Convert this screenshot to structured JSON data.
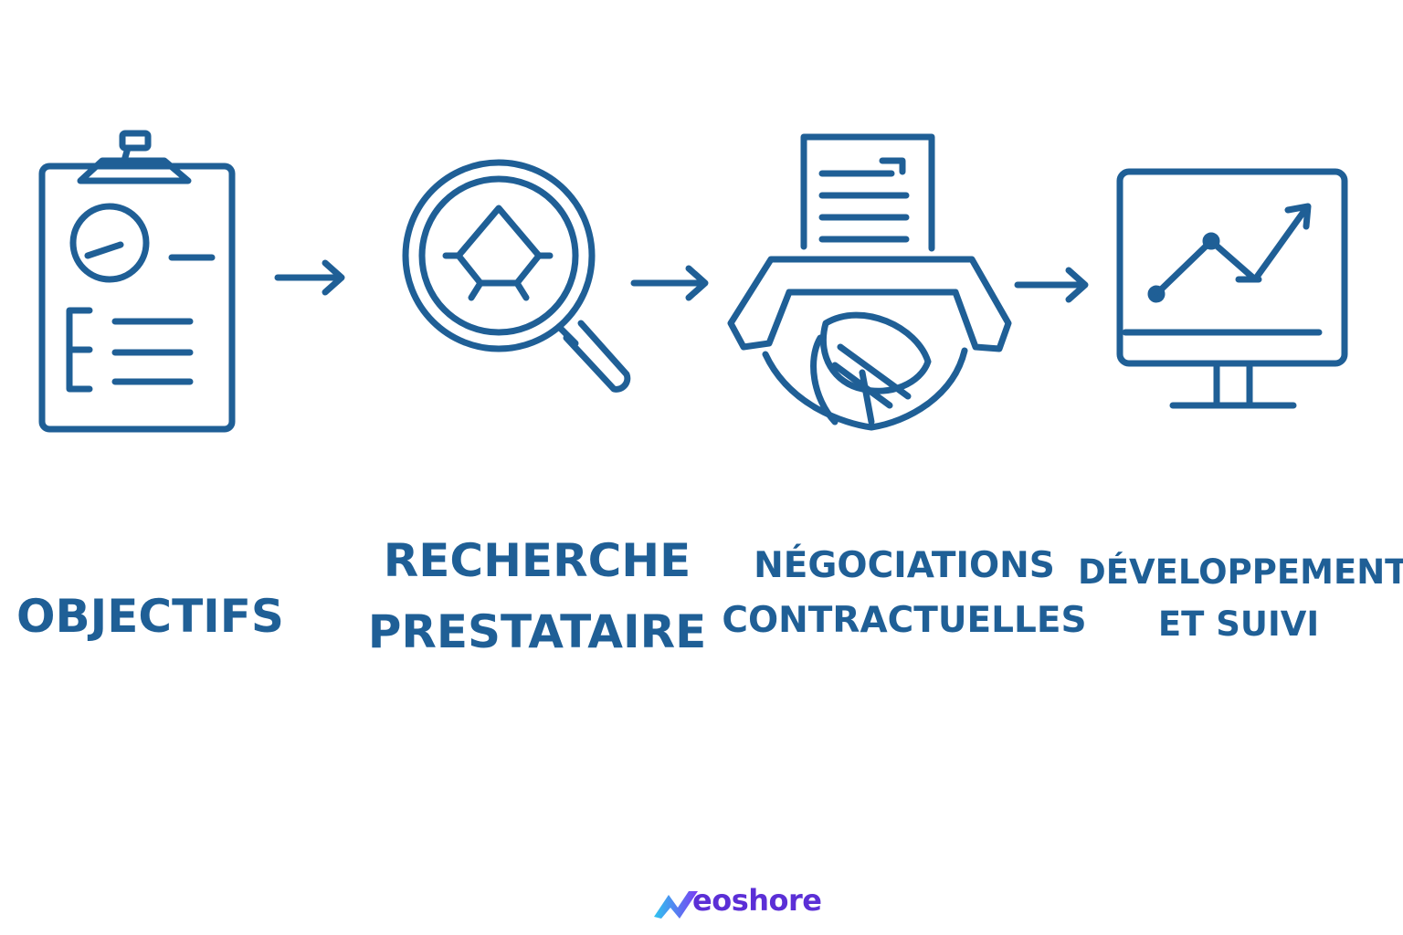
{
  "steps": [
    {
      "icon": "clipboard-gauge-icon",
      "label_lines": [
        "OBJECTIFS"
      ]
    },
    {
      "icon": "magnifier-icon",
      "label_lines": [
        "RECHERCHE",
        "PRESTATAIRE"
      ]
    },
    {
      "icon": "handshake-contract-icon",
      "label_lines": [
        "NÉGOCIATIONS",
        "CONTRACTUELLES"
      ]
    },
    {
      "icon": "monitor-chart-icon",
      "label_lines": [
        "DÉVELOPPEMENT",
        "ET SUIVI"
      ]
    }
  ],
  "connector_icon": "arrow-right-icon",
  "logo": {
    "text": "eoshore",
    "mark_icon": "v-logo-icon"
  },
  "colors": {
    "primary": "#1f5f96",
    "logo_text": "#5b2fd6",
    "logo_gradient_start": "#2ec5f0",
    "logo_gradient_end": "#7b3cf2",
    "background": "#ffffff"
  }
}
